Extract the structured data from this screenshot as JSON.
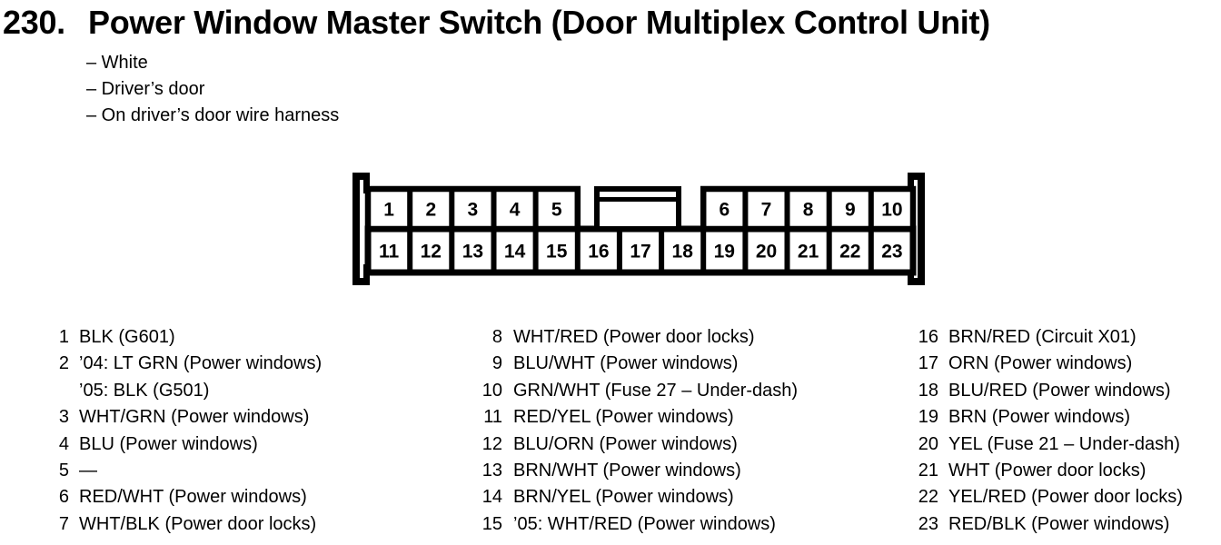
{
  "colors": {
    "ink": "#000000",
    "paper": "#ffffff"
  },
  "header": {
    "number": "230.",
    "title": "Power Window Master Switch (Door Multiplex Control Unit)",
    "notes": [
      "– White",
      "– Driver’s door",
      "– On driver’s door wire harness"
    ]
  },
  "connector": {
    "description": "23-pin connector, front view, two rows with center keyway",
    "pins_top_left": [
      "1",
      "2",
      "3",
      "4",
      "5"
    ],
    "pins_top_right": [
      "6",
      "7",
      "8",
      "9",
      "10"
    ],
    "pins_bottom": [
      "11",
      "12",
      "13",
      "14",
      "15",
      "16",
      "17",
      "18",
      "19",
      "20",
      "21",
      "22",
      "23"
    ]
  },
  "legend": {
    "columns": [
      {
        "rows": [
          {
            "pin": "1",
            "label": "BLK (G601)"
          },
          {
            "pin": "2",
            "label": "’04: LT GRN (Power windows)"
          },
          {
            "pin": "",
            "label": "’05: BLK (G501)"
          },
          {
            "pin": "3",
            "label": "WHT/GRN (Power windows)"
          },
          {
            "pin": "4",
            "label": "BLU (Power windows)"
          },
          {
            "pin": "5",
            "label": "—"
          },
          {
            "pin": "6",
            "label": "RED/WHT (Power windows)"
          },
          {
            "pin": "7",
            "label": "WHT/BLK (Power door locks)"
          }
        ]
      },
      {
        "rows": [
          {
            "pin": "8",
            "label": "WHT/RED (Power door locks)"
          },
          {
            "pin": "9",
            "label": "BLU/WHT (Power windows)"
          },
          {
            "pin": "10",
            "label": "GRN/WHT (Fuse 27 – Under-dash)"
          },
          {
            "pin": "11",
            "label": "RED/YEL (Power windows)"
          },
          {
            "pin": "12",
            "label": "BLU/ORN (Power windows)"
          },
          {
            "pin": "13",
            "label": "BRN/WHT (Power windows)"
          },
          {
            "pin": "14",
            "label": "BRN/YEL (Power windows)"
          },
          {
            "pin": "15",
            "label": "’05: WHT/RED (Power windows)"
          }
        ]
      },
      {
        "rows": [
          {
            "pin": "16",
            "label": "BRN/RED (Circuit X01)"
          },
          {
            "pin": "17",
            "label": "ORN (Power windows)"
          },
          {
            "pin": "18",
            "label": "BLU/RED (Power windows)"
          },
          {
            "pin": "19",
            "label": "BRN (Power windows)"
          },
          {
            "pin": "20",
            "label": "YEL (Fuse 21 – Under-dash)"
          },
          {
            "pin": "21",
            "label": "WHT (Power door locks)"
          },
          {
            "pin": "22",
            "label": "YEL/RED (Power door locks)"
          },
          {
            "pin": "23",
            "label": "RED/BLK (Power windows)"
          }
        ]
      }
    ]
  }
}
